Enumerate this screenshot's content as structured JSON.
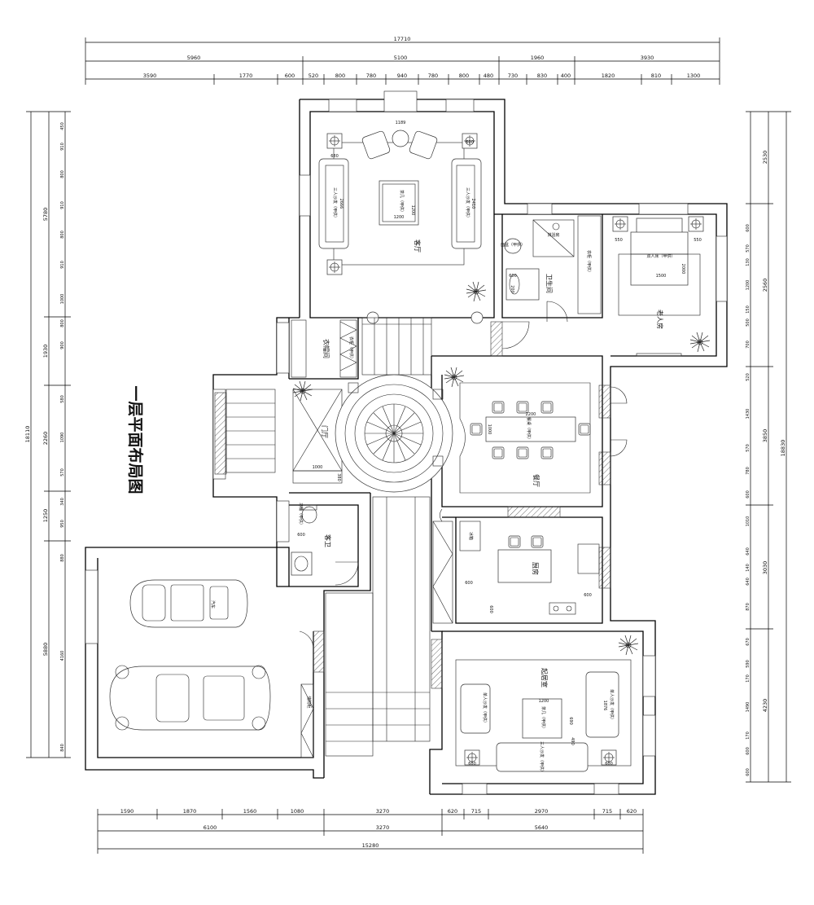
{
  "title": "一层平面布局图",
  "dims": {
    "top_total": "17710",
    "top_mid": [
      "5960",
      "5100",
      "1960",
      "3930"
    ],
    "top_detail": [
      "3590",
      "1770",
      "600",
      "520",
      "800",
      "780",
      "940",
      "780",
      "800",
      "480",
      "730",
      "830",
      "400",
      "1820",
      "810",
      "1300"
    ],
    "bottom_detail": [
      "1590",
      "1870",
      "1560",
      "1080",
      "3270",
      "620",
      "715",
      "2970",
      "715",
      "620"
    ],
    "bottom_mid": [
      "6100",
      "3270",
      "5640"
    ],
    "bottom_total": "15280",
    "left_total": "18110",
    "left_mid": [
      "5780",
      "1930",
      "2260",
      "1250",
      "5880"
    ],
    "left_detail": [
      "450",
      "910",
      "800",
      "910",
      "800",
      "910",
      "1000",
      "800",
      "900",
      "580",
      "1090",
      "570",
      "340",
      "950",
      "880",
      "4160",
      "840"
    ],
    "right_total": "18830",
    "right_mid": [
      "2530",
      "2560",
      "3850",
      "3030",
      "4230"
    ],
    "right_detail": [
      "600",
      "570",
      "130",
      "1200",
      "150",
      "500",
      "700",
      "520",
      "1430",
      "570",
      "780",
      "600",
      "1010",
      "640",
      "140",
      "640",
      "870",
      "670",
      "590",
      "170",
      "1490",
      "170",
      "600",
      "600"
    ]
  },
  "rooms": {
    "living": "客厅",
    "bath": "卫生间",
    "elder": "老人房",
    "cloak": "衣帽间",
    "foyer": "门厅",
    "dining": "餐厅",
    "guest_wc": "客卫",
    "kitchen": "厨房",
    "family": "起居室"
  },
  "labels": {
    "living": {
      "w1189": "1189",
      "w600": "600",
      "w680": "680",
      "h1200": "1200",
      "w1200": "1200",
      "w2666": "2666",
      "w2410": "2410",
      "sofa_l": "三人沙发（甲供）",
      "sofa_r": "三人沙发（甲供）",
      "table": "茶几（甲供）"
    },
    "bath": {
      "w600": "600",
      "h200": "200",
      "shower": "淋浴房",
      "basin": "面盆（甲供）"
    },
    "elder": {
      "w550a": "550",
      "w550b": "550",
      "bed": "双人床（甲供）",
      "w1500": "1500",
      "h2000": "2000",
      "wardrobe": "衣柜（甲供）"
    },
    "cloak": {
      "cabinet": "衣柜（甲供）"
    },
    "foyer": {
      "w1000": "1000",
      "h380": "380"
    },
    "dining": {
      "w2200": "2200",
      "h1000": "1000",
      "table": "餐桌（甲供）"
    },
    "guest_wc": {
      "w600": "600",
      "toilet": "马桶（甲供）"
    },
    "kitchen": {
      "w600a": "600",
      "w600b": "600",
      "h600": "600",
      "fridge": "冰箱"
    },
    "family": {
      "w1200": "1200",
      "h1876": "1876",
      "w600a": "600",
      "w600b": "600",
      "h690": "690",
      "h490": "490",
      "table": "茶几（甲供）",
      "sofa_l": "单人沙发（甲供）",
      "sofa_r": "单人沙发（甲供）",
      "sofa_b": "三人沙发（甲供）"
    },
    "garage": {
      "car1": "汽车",
      "storage": "储物柜"
    }
  },
  "colors": {
    "line": "#000000",
    "background": "#ffffff"
  }
}
